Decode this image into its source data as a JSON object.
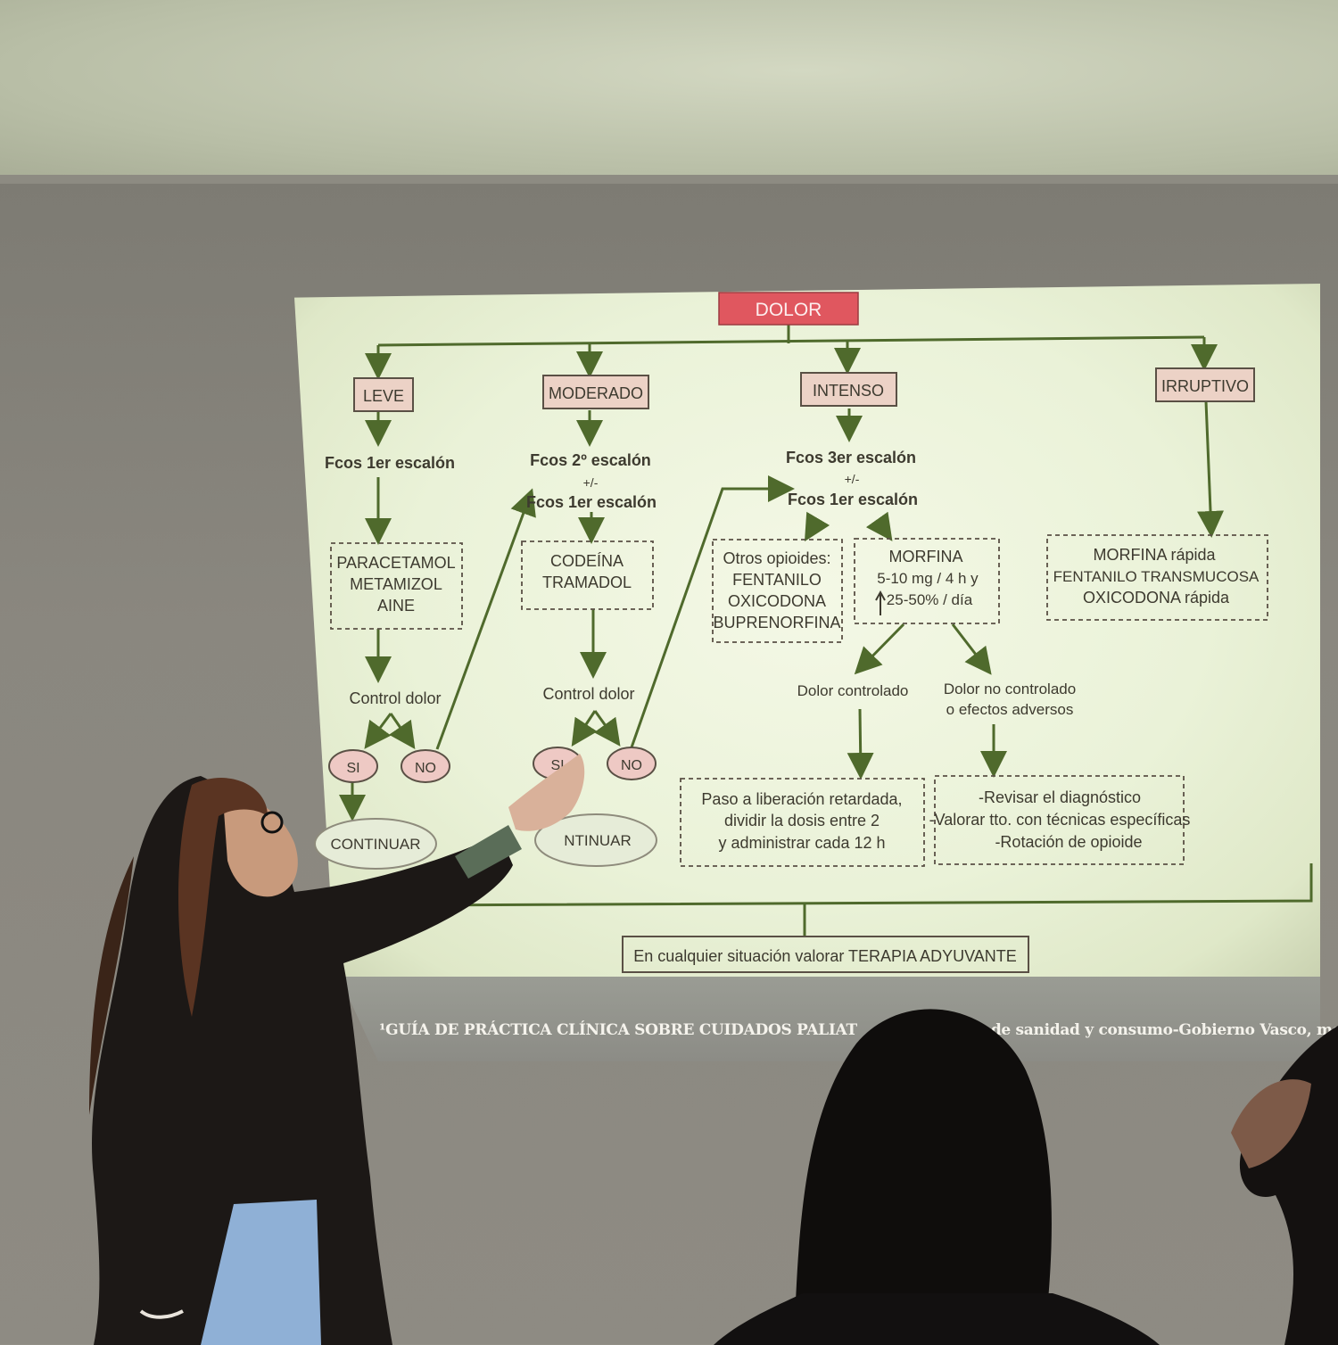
{
  "slide": {
    "root": "DOLOR",
    "categories": {
      "leve": "LEVE",
      "moderado": "MODERADO",
      "intenso": "INTENSO",
      "irruptivo": "IRRUPTIVO"
    },
    "leve": {
      "step": "Fcos 1er escalón",
      "drugs": [
        "PARACETAMOL",
        "METAMIZOL",
        "AINE"
      ],
      "control": "Control dolor",
      "si": "SI",
      "no": "NO",
      "continue": "CONTINUAR"
    },
    "moderado": {
      "step": "Fcos 2º escalón",
      "plusminus": "+/-",
      "step_alt": "Fcos 1er escalón",
      "drugs": [
        "CODEÍNA",
        "TRAMADOL"
      ],
      "control": "Control dolor",
      "si": "SI",
      "no": "NO",
      "continue": "NTINUAR"
    },
    "intenso": {
      "step": "Fcos 3er escalón",
      "plusminus": "+/-",
      "step_alt": "Fcos 1er escalón",
      "other_opioids": [
        "Otros opioides:",
        "FENTANILO",
        "OXICODONA",
        "BUPRENORFINA"
      ],
      "morphine": [
        "MORFINA",
        "5-10 mg / 4 h y",
        "25-50% / día"
      ],
      "controlled": "Dolor controlado",
      "not_controlled": [
        "Dolor no controlado",
        "o efectos adversos"
      ],
      "controlled_action": [
        "Paso a liberación retardada,",
        "dividir la dosis entre 2",
        "y administrar cada 12 h"
      ],
      "not_controlled_action": [
        "-Revisar el diagnóstico",
        "-Valorar tto. con técnicas específicas",
        "-Rotación de opioide"
      ]
    },
    "irruptivo": {
      "drugs": [
        "MORFINA rápida",
        "FENTANILO TRANSMUCOSA",
        "OXICODONA rápida"
      ]
    },
    "bottom": "En cualquier situación valorar TERAPIA ADYUVANTE",
    "footer_left": "¹GUÍA DE PRÁCTICA CLÍNICA SOBRE CUIDADOS PALIAT",
    "footer_right": "de sanidad y consumo-Gobierno Vasco, modific"
  },
  "colors": {
    "root_fill": "#e0575f",
    "category_fill": "#ecd2c6",
    "ellipse_fill": "#eec9c4",
    "line": "#4f6a2c"
  }
}
